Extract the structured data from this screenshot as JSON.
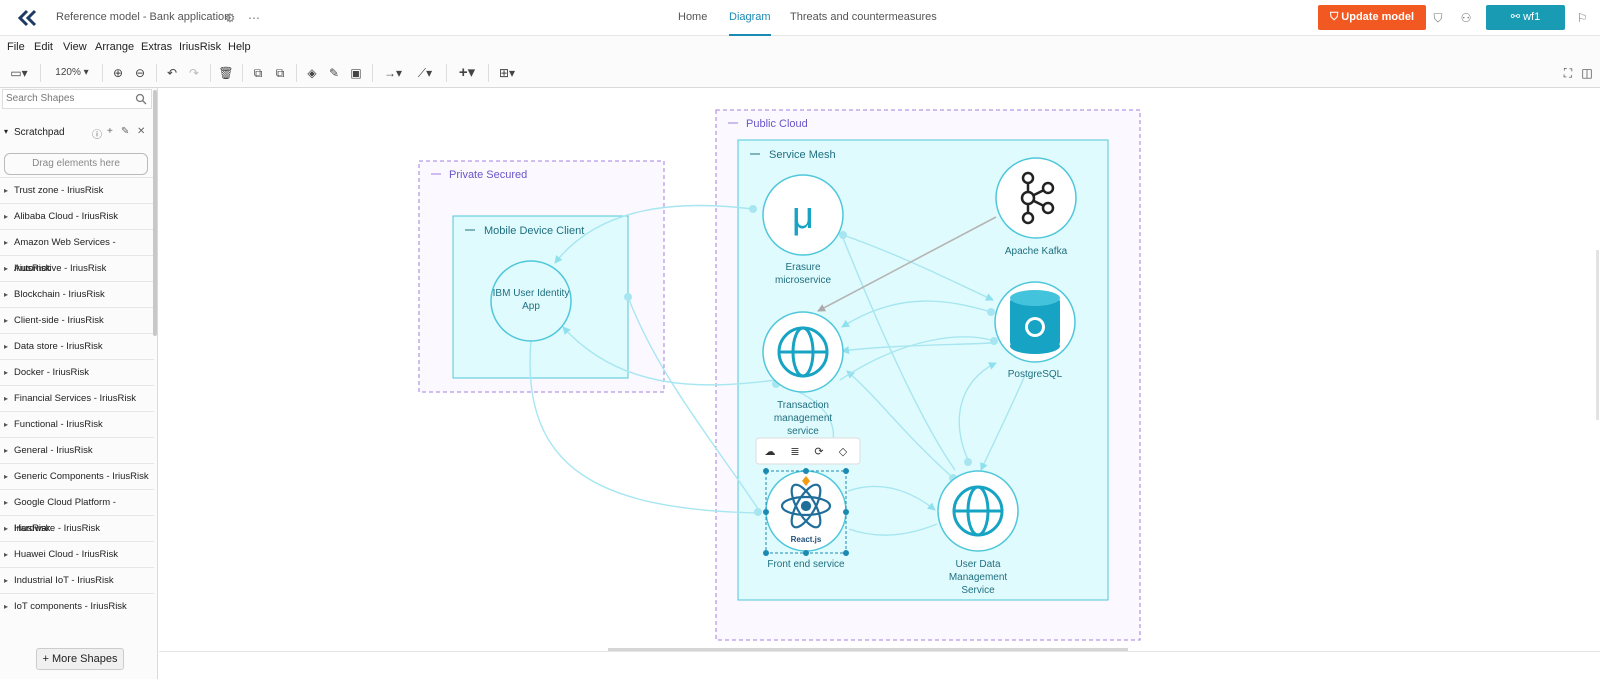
{
  "header": {
    "title": "Reference model - Bank application",
    "nav": [
      "Home",
      "Diagram",
      "Threats and countermeasures"
    ],
    "update_label": "Update model",
    "workflow_label": "wf1"
  },
  "menu": [
    "File",
    "Edit",
    "View",
    "Arrange",
    "Extras",
    "IriusRisk",
    "Help"
  ],
  "toolbar": {
    "zoom": "120%"
  },
  "sidebar": {
    "search_placeholder": "Search Shapes",
    "scratchpad": "Scratchpad",
    "drag_hint": "Drag elements here",
    "libraries": [
      "Trust zone - IriusRisk",
      "Alibaba Cloud - IriusRisk",
      "Amazon Web Services - IriusRisk",
      "Automotive - IriusRisk",
      "Blockchain - IriusRisk",
      "Client-side - IriusRisk",
      "Data store - IriusRisk",
      "Docker - IriusRisk",
      "Financial Services - IriusRisk",
      "Functional - IriusRisk",
      "General - IriusRisk",
      "Generic Components - IriusRisk",
      "Google Cloud Platform - IriusRisk",
      "Hardware - IriusRisk",
      "Huawei Cloud - IriusRisk",
      "Industrial IoT - IriusRisk",
      "IoT components - IriusRisk"
    ],
    "more_shapes": "More Shapes"
  },
  "diagram": {
    "zones": {
      "private": "Private Secured",
      "public": "Public Cloud",
      "mesh": "Service Mesh",
      "mobile": "Mobile Device Client"
    },
    "nodes": {
      "ibm_line1": "IBM User Identity",
      "ibm_line2": "App",
      "erasure_line1": "Erasure",
      "erasure_line2": "microservice",
      "erasure_symbol": "μ",
      "kafka": "Apache Kafka",
      "postgres": "PostgreSQL",
      "txn_line1": "Transaction",
      "txn_line2": "management",
      "txn_line3": "service",
      "frontend": "Front end service",
      "react_text": "React.js",
      "udm_line1": "User Data",
      "udm_line2": "Management",
      "udm_line3": "Service"
    }
  },
  "colors": {
    "accent": "#1a8ab2",
    "orange": "#f25922",
    "teal": "#1a9bb4",
    "zone": "#a27fe0"
  }
}
